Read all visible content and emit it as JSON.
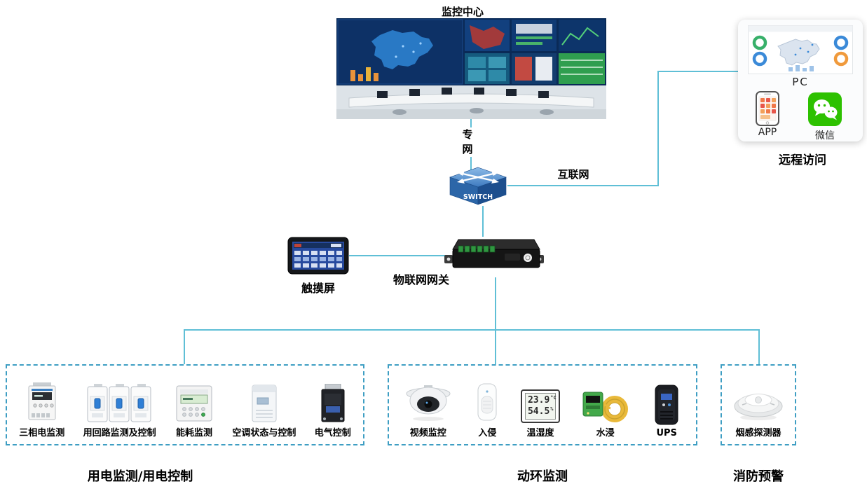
{
  "diagram": {
    "monitoring_center": {
      "label": "监控中心"
    },
    "links": {
      "private_net": "专网",
      "internet": "互联网"
    },
    "switch": {
      "label": "SWITCH"
    },
    "gateway": {
      "label": "物联网网关"
    },
    "touchscreen": {
      "label": "触摸屏"
    },
    "remote_access": {
      "title": "远程访问",
      "pc": "PC",
      "app": "APP",
      "wechat": "微信"
    },
    "sensors_display": {
      "temp": "23.9",
      "temp_unit": "°C",
      "hum": "54.5",
      "hum_unit": "%"
    },
    "groups": [
      {
        "title": "用电监测/用电控制",
        "items": [
          {
            "label": "三相电监测"
          },
          {
            "label": "用回路监测及控制"
          },
          {
            "label": "能耗监测"
          },
          {
            "label": "空调状态与控制"
          },
          {
            "label": "电气控制"
          }
        ]
      },
      {
        "title": "动环监测",
        "items": [
          {
            "label": "视频监控"
          },
          {
            "label": "入侵"
          },
          {
            "label": "温湿度"
          },
          {
            "label": "水浸"
          },
          {
            "label": "UPS"
          }
        ]
      },
      {
        "title": "消防预警",
        "items": [
          {
            "label": "烟感探测器"
          }
        ]
      }
    ],
    "colors": {
      "line": "#5fbfd6",
      "dashed_border": "#3e9ec3",
      "wechat_green": "#2DC100"
    }
  }
}
